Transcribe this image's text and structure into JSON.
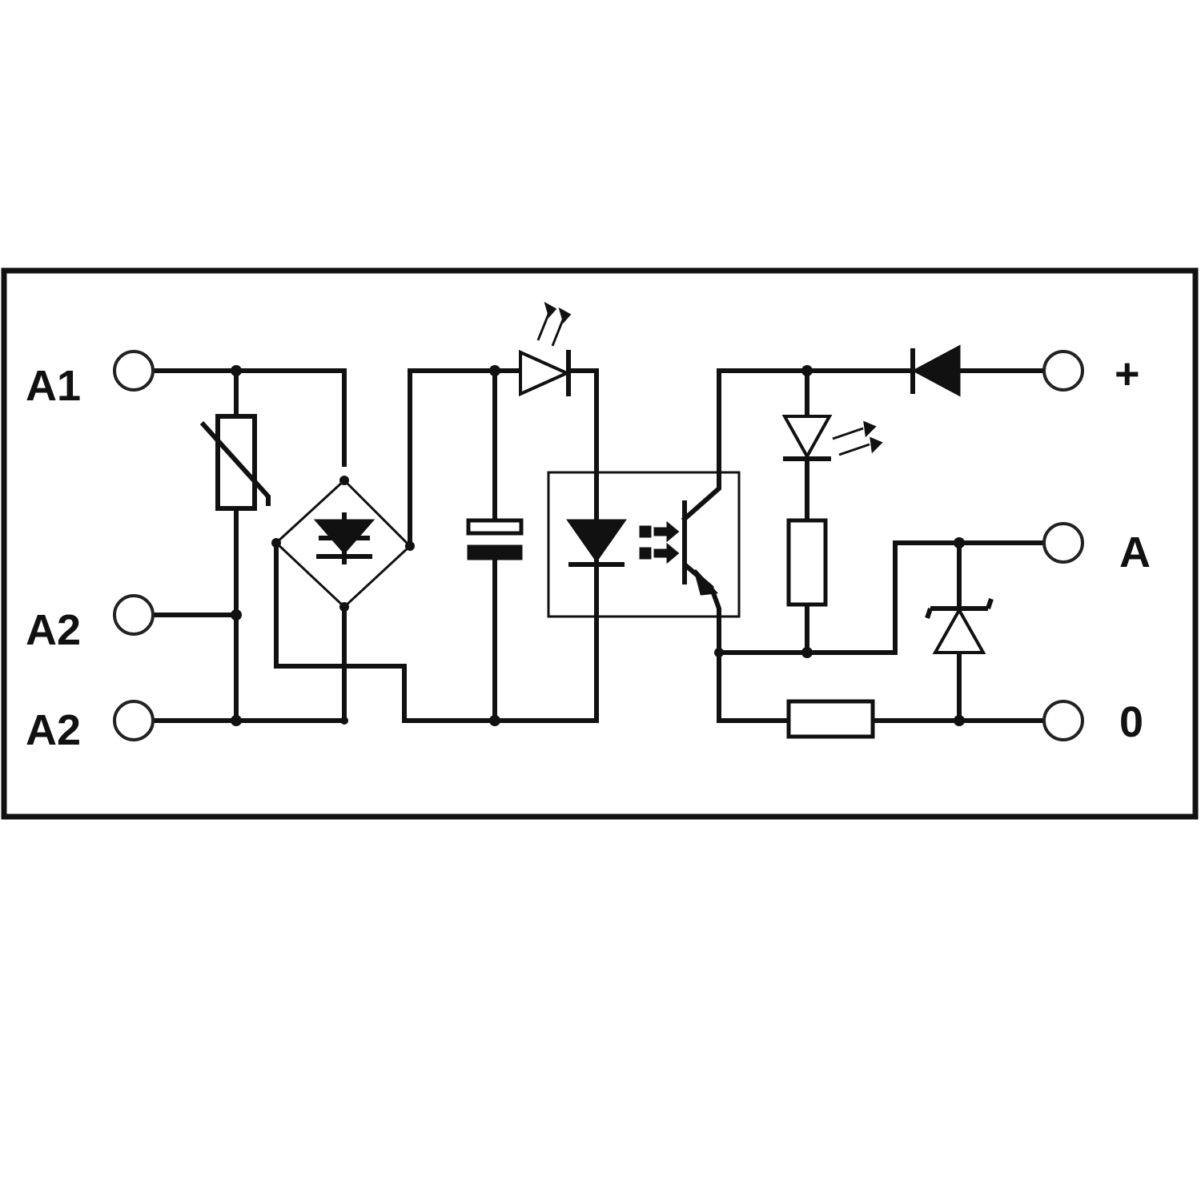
{
  "diagram": {
    "terminals": {
      "a1": "A1",
      "a2_upper": "A2",
      "a2_lower": "A2",
      "plus": "+",
      "a": "A",
      "zero": "0"
    }
  }
}
